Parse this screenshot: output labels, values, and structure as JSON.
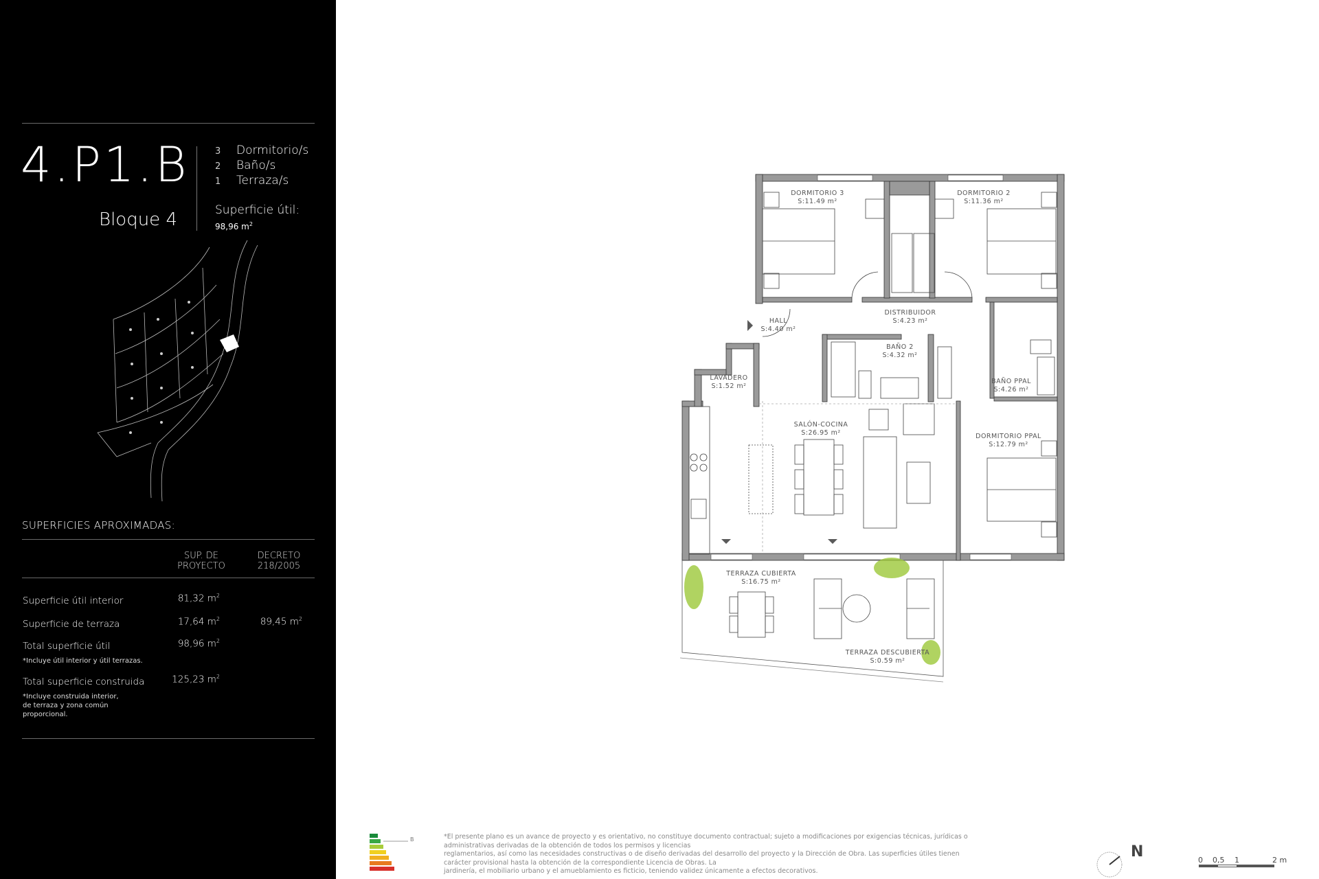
{
  "unit": {
    "code": "4.P1.B",
    "block": "Bloque 4",
    "features": [
      {
        "count": "3",
        "label": "Dormitorio/s"
      },
      {
        "count": "2",
        "label": "Baño/s"
      },
      {
        "count": "1",
        "label": "Terraza/s"
      }
    ],
    "useful_surface_label": "Superficie útil:",
    "useful_surface_value": "98,96 m",
    "sq": "2"
  },
  "surfaces": {
    "title": "SUPERFICIES APROXIMADAS:",
    "col1_header": [
      "SUP. DE",
      "PROYECTO"
    ],
    "col2_header": [
      "DECRETO",
      "218/2005"
    ],
    "rows": [
      {
        "label": "Superficie útil interior",
        "project": "81,32 m",
        "decree": ""
      },
      {
        "label": "Superficie de terraza",
        "project": "17,64 m",
        "decree": "89,45 m"
      },
      {
        "label": "Total superficie útil",
        "project": "98,96 m",
        "decree": ""
      },
      {
        "label": "Total superficie construida",
        "project": "125,23 m",
        "decree": ""
      }
    ],
    "note_util": "*Incluye útil interior y útil terrazas.",
    "note_construida": [
      "*Incluye construida interior,",
      "de terraza y zona común",
      "proporcional."
    ]
  },
  "rooms": {
    "dorm3": {
      "name": "DORMITORIO 3",
      "area": "S:11.49 m²"
    },
    "dorm2": {
      "name": "DORMITORIO 2",
      "area": "S:11.36 m²"
    },
    "distribuidor": {
      "name": "DISTRIBUIDOR",
      "area": "S:4.23 m²"
    },
    "hall": {
      "name": "HALL",
      "area": "S:4.40 m²"
    },
    "bano2": {
      "name": "BAÑO 2",
      "area": "S:4.32 m²"
    },
    "lavadero": {
      "name": "LAVADERO",
      "area": "S:1.52 m²"
    },
    "banoppal": {
      "name": "BAÑO PPAL",
      "area": "S:4.26 m²"
    },
    "salon": {
      "name": "SALÓN-COCINA",
      "area": "S:26.95 m²"
    },
    "dormppal": {
      "name": "DORMITORIO PPAL",
      "area": "S:12.79 m²"
    },
    "terraza_cub": {
      "name": "TERRAZA CUBIERTA",
      "area": "S:16.75 m²"
    },
    "terraza_desc": {
      "name": "TERRAZA DESCUBIERTA",
      "area": "S:0.59 m²"
    }
  },
  "energy": {
    "rating": "B",
    "colors": [
      "#1a8a3a",
      "#3aa845",
      "#a8cc3a",
      "#f0d020",
      "#f0b020",
      "#e87a20",
      "#d8302a"
    ]
  },
  "disclaimer": [
    "*El presente plano es un avance de proyecto y es orientativo, no constituye documento contractual; sujeto a modificaciones por exigencias técnicas, jurídicas o",
    "administrativas derivadas de la obtención de todos los permisos y licencias",
    "reglamentarios, así como las necesidades constructivas o de diseño derivadas del desarrollo del proyecto y la Dirección de Obra. Las superficies útiles tienen",
    "carácter provisional hasta la obtención de la correspondiente Licencia de Obras. La",
    "jardinería, el mobiliario urbano y el amueblamiento es ficticio, teniendo validez únicamente a efectos decorativos."
  ],
  "compass": {
    "label": "N"
  },
  "scale": {
    "ticks": [
      "0",
      "0,5",
      "1",
      "2 m"
    ]
  }
}
